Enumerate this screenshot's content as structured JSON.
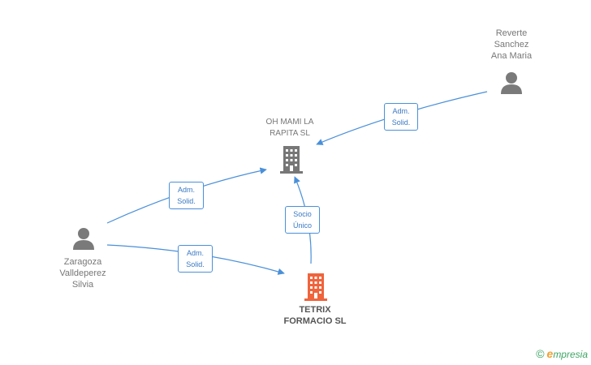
{
  "nodes": {
    "reverte": {
      "label": "Reverte\nSanchez\nAna Maria"
    },
    "ohmami": {
      "label": "OH MAMI LA\nRAPITA SL"
    },
    "zaragoza": {
      "label": "Zaragoza\nValldeperez\nSilvia"
    },
    "tetrix": {
      "label": "TETRIX\nFORMACIO SL"
    }
  },
  "edges": {
    "reverte_ohmami": {
      "label": "Adm.\nSolid."
    },
    "zaragoza_ohmami": {
      "label": "Adm.\nSolid."
    },
    "zaragoza_tetrix": {
      "label": "Adm.\nSolid."
    },
    "tetrix_ohmami": {
      "label": "Socio\nÚnico"
    }
  },
  "brand": {
    "copyright": "©",
    "initial": "e",
    "name": "mpresia"
  },
  "colors": {
    "edge": "#4a90d9",
    "person_icon": "#7a7a7a",
    "company_icon": "#777777",
    "highlight_company": "#f0643c",
    "brand": "#3ea564"
  }
}
